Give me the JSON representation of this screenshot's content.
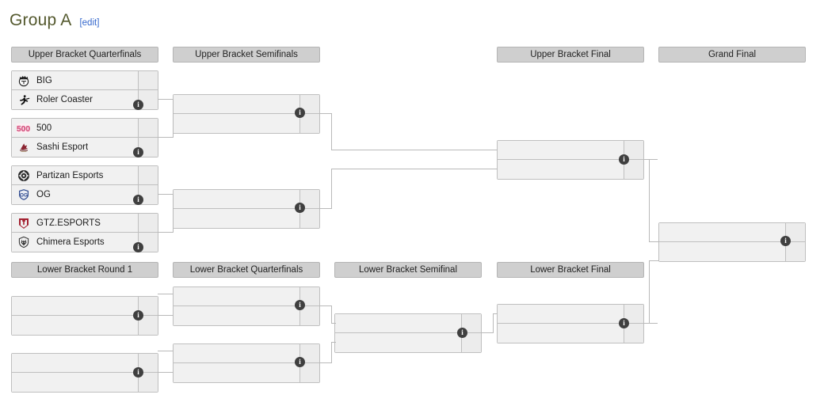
{
  "page": {
    "title": "Group A",
    "edit_label": "[edit]"
  },
  "icons": {
    "info": "i",
    "info_name": "info-icon"
  },
  "colors": {
    "title": "#54592e",
    "link": "#3366cc",
    "header_bg": "#cfcfcf",
    "box_bg": "#f1f1f1",
    "score_bg": "#ececec",
    "border": "#bfbfbf",
    "connector": "#b9b9b9",
    "info_badge": "#3f3f3f",
    "team_500_logo": "#e0608a",
    "team_og_logo": "#2e4a8f",
    "team_gtz_logo": "#a32030",
    "team_partizan_logo": "#2a2a2a",
    "team_chimera_logo": "#3a3a3a",
    "team_big_logo": "#1b1b1b"
  },
  "rounds": {
    "upper": [
      {
        "id": "ubqf",
        "label": "Upper Bracket Quarterfinals"
      },
      {
        "id": "ubsf",
        "label": "Upper Bracket Semifinals"
      },
      {
        "id": "ubf",
        "label": "Upper Bracket Final"
      },
      {
        "id": "gf",
        "label": "Grand Final"
      }
    ],
    "lower": [
      {
        "id": "lbr1",
        "label": "Lower Bracket Round 1"
      },
      {
        "id": "lbqf",
        "label": "Lower Bracket Quarterfinals"
      },
      {
        "id": "lbsf",
        "label": "Lower Bracket Semifinal"
      },
      {
        "id": "lbf",
        "label": "Lower Bracket Final"
      }
    ]
  },
  "matches": {
    "ubqf1": {
      "top": {
        "name": "BIG",
        "logo": "big",
        "score": ""
      },
      "bottom": {
        "name": "Roler Coaster",
        "logo": "player",
        "score": ""
      }
    },
    "ubqf2": {
      "top": {
        "name": "500",
        "logo": "500",
        "score": ""
      },
      "bottom": {
        "name": "Sashi Esport",
        "logo": "sashi",
        "score": ""
      }
    },
    "ubqf3": {
      "top": {
        "name": "Partizan Esports",
        "logo": "partizan",
        "score": ""
      },
      "bottom": {
        "name": "OG",
        "logo": "og",
        "score": ""
      }
    },
    "ubqf4": {
      "top": {
        "name": "GTZ.ESPORTS",
        "logo": "gtz",
        "score": ""
      },
      "bottom": {
        "name": "Chimera Esports",
        "logo": "chimera",
        "score": ""
      }
    },
    "ubsf1": {
      "top": {
        "name": "",
        "score": ""
      },
      "bottom": {
        "name": "",
        "score": ""
      }
    },
    "ubsf2": {
      "top": {
        "name": "",
        "score": ""
      },
      "bottom": {
        "name": "",
        "score": ""
      }
    },
    "ubf1": {
      "top": {
        "name": "",
        "score": ""
      },
      "bottom": {
        "name": "",
        "score": ""
      }
    },
    "gf1": {
      "top": {
        "name": "",
        "score": ""
      },
      "bottom": {
        "name": "",
        "score": ""
      }
    },
    "lbr1a": {
      "top": {
        "name": "",
        "score": ""
      },
      "bottom": {
        "name": "",
        "score": ""
      }
    },
    "lbr1b": {
      "top": {
        "name": "",
        "score": ""
      },
      "bottom": {
        "name": "",
        "score": ""
      }
    },
    "lbqf1": {
      "top": {
        "name": "",
        "score": ""
      },
      "bottom": {
        "name": "",
        "score": ""
      }
    },
    "lbqf2": {
      "top": {
        "name": "",
        "score": ""
      },
      "bottom": {
        "name": "",
        "score": ""
      }
    },
    "lbsf1": {
      "top": {
        "name": "",
        "score": ""
      },
      "bottom": {
        "name": "",
        "score": ""
      }
    },
    "lbf1": {
      "top": {
        "name": "",
        "score": ""
      },
      "bottom": {
        "name": "",
        "score": ""
      }
    }
  }
}
